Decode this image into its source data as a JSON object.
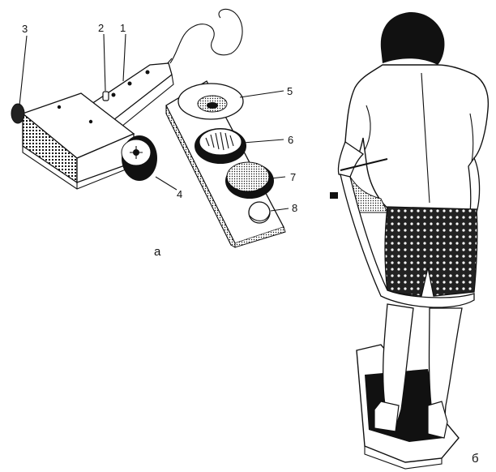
{
  "figure": {
    "panel_a_label": "а",
    "panel_b_label": "б",
    "callouts": [
      "1",
      "2",
      "3",
      "4",
      "5",
      "6",
      "7",
      "8"
    ]
  },
  "colors": {
    "ink": "#111111",
    "paper": "#ffffff"
  }
}
